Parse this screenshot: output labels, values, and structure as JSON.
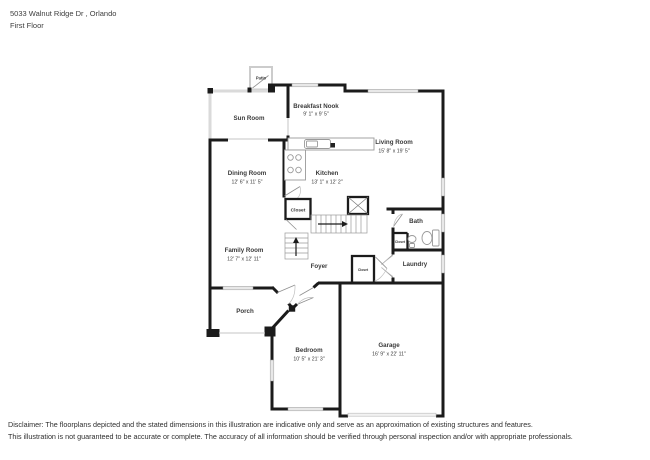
{
  "header": {
    "address": "5033 Walnut Ridge Dr , Orlando",
    "floor": "First Floor"
  },
  "rooms": {
    "patio": {
      "name": "Patio"
    },
    "sun_room": {
      "name": "Sun Room"
    },
    "breakfast_nook": {
      "name": "Breakfast Nook",
      "dims": "9' 1\" x 9' 5\""
    },
    "living_room": {
      "name": "Living Room",
      "dims": "15' 8\" x 19' 5\""
    },
    "dining_room": {
      "name": "Dining Room",
      "dims": "12' 6\" x 11' 5\""
    },
    "kitchen": {
      "name": "Kitchen",
      "dims": "13' 1\" x 12' 2\""
    },
    "stair_closet": {
      "name": "Closet"
    },
    "bath": {
      "name": "Bath"
    },
    "bath_closet": {
      "name": "Closet"
    },
    "family_room": {
      "name": "Family Room",
      "dims": "12' 7\" x 12' 11\""
    },
    "foyer": {
      "name": "Foyer"
    },
    "foyer_closet": {
      "name": "Closet"
    },
    "laundry": {
      "name": "Laundry"
    },
    "porch": {
      "name": "Porch"
    },
    "bedroom": {
      "name": "Bedroom",
      "dims": "10' 5\" x 21' 3\""
    },
    "garage": {
      "name": "Garage",
      "dims": "16' 9\" x 22' 11\""
    }
  },
  "fixtures": [
    "kitchen-counter",
    "kitchen-sink",
    "stove",
    "stairs-up",
    "toilet",
    "pedestal-sink",
    "garage-door",
    "entry-door",
    "windows"
  ],
  "footer": {
    "line1": "Disclaimer: The floorplans depicted and the stated dimensions in this illustration are indicative only and serve as an approximation of existing structures and features.",
    "line2": "This illustration is not guaranteed to be accurate or complete. The accuracy of all information should be verified through personal inspection and/or with appropriate professionals."
  },
  "colors": {
    "wall": "#1b1b1b",
    "window": "#dadada",
    "text": "#3a3a3a",
    "background": "#ffffff"
  }
}
